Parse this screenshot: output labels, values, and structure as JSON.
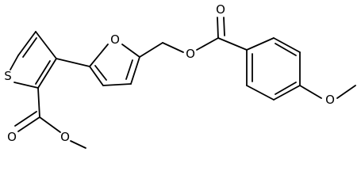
{
  "molecule": {
    "atoms": {
      "thiophene_sulfur": "S",
      "furan_oxygen": "O",
      "ester_link_oxygen": "O",
      "ester_carbonyl_oxygen_top": "O",
      "methoxy_oxygen": "O",
      "ester_carbonyl_oxygen_left": "O",
      "ester_methoxy_oxygen_left": "O"
    }
  }
}
